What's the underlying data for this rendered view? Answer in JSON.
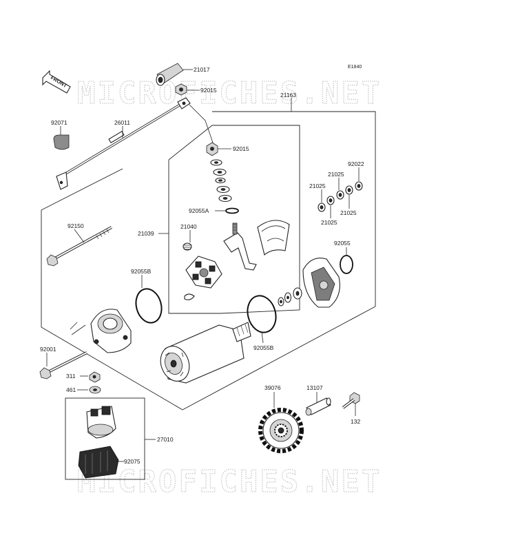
{
  "diagram_code": "E1840",
  "front_label": "FRONT",
  "watermark": "MICROFICHES.NET",
  "parts": {
    "p21017": "21017",
    "p92015a": "92015",
    "p21163": "21163",
    "p92071": "92071",
    "p26011": "26011",
    "p92015b": "92015",
    "p92022": "92022",
    "p21025a": "21025",
    "p21025b": "21025",
    "p21025c": "21025",
    "p21025d": "21025",
    "p92055a": "92055A",
    "p92150": "92150",
    "p21039": "21039",
    "p21040": "21040",
    "p92055": "92055",
    "p92055b1": "92055B",
    "p92055b2": "92055B",
    "p92001": "92001",
    "p311": "311",
    "p461": "461",
    "p39076": "39076",
    "p13107": "13107",
    "p132": "132",
    "p27010": "27010",
    "p92075": "92075"
  }
}
